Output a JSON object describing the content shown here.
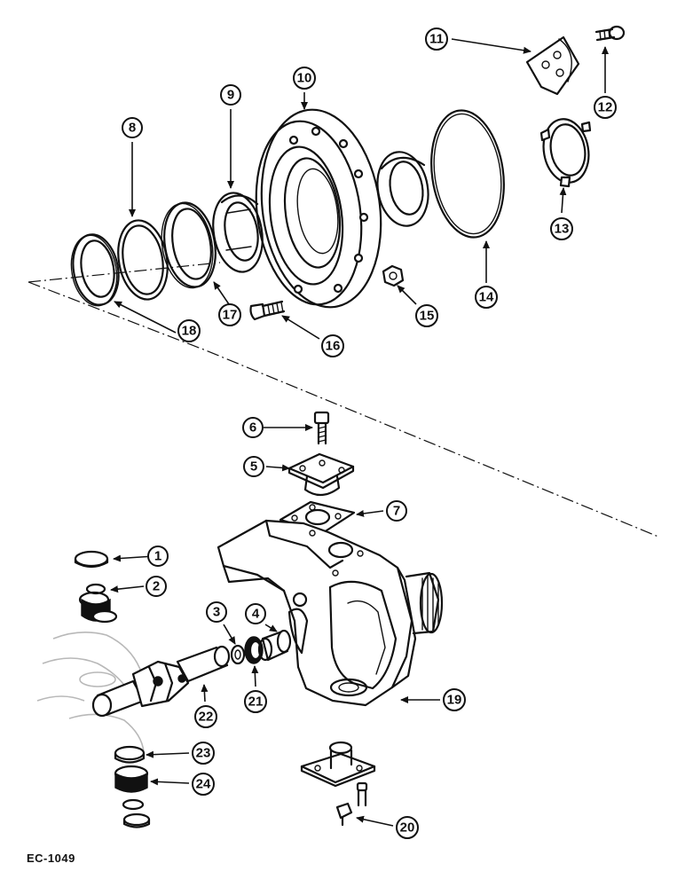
{
  "diagram": {
    "callouts": [
      "1",
      "2",
      "3",
      "4",
      "5",
      "6",
      "7",
      "8",
      "9",
      "10",
      "11",
      "12",
      "13",
      "14",
      "15",
      "16",
      "17",
      "18",
      "19",
      "20",
      "21",
      "22",
      "23",
      "24"
    ],
    "document_code": "EC-1049"
  }
}
